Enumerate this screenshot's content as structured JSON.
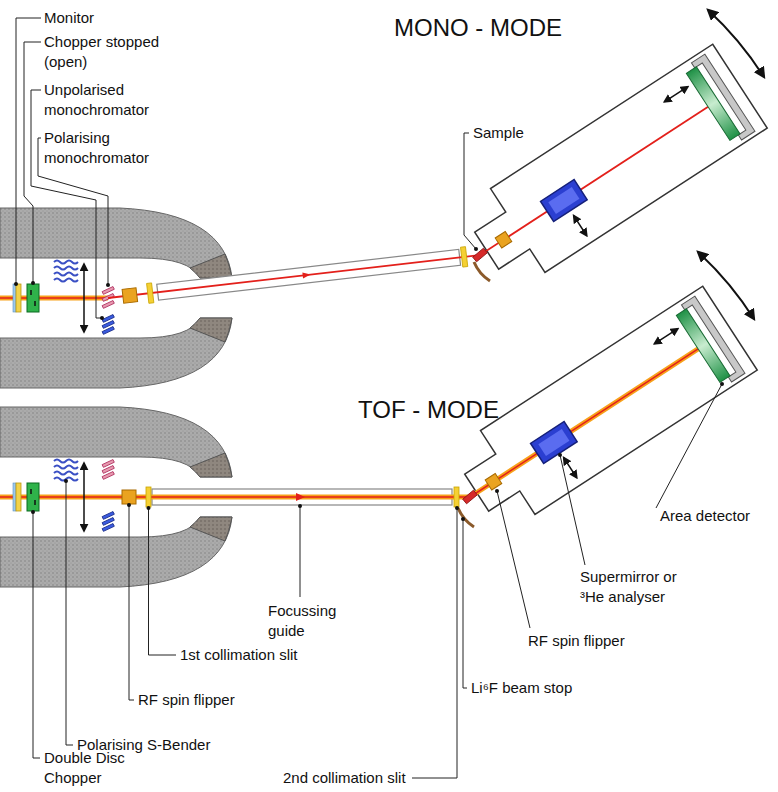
{
  "diagram": {
    "labels": [
      "MONO - MODE",
      "Monitor",
      "Chopper stopped (open)",
      "Unpolarised monochromator",
      "Polarising monochromator",
      "Sample",
      "TOF - MODE",
      "Area detector",
      "Supermirror or ³He analyser",
      "Focussing guide",
      "1st collimation slit",
      "RF spin flipper",
      "RF spin flipper",
      "Li⁶F beam stop",
      "Polarising S-Bender",
      "Double Disc Chopper",
      "2nd collimation slit"
    ]
  }
}
